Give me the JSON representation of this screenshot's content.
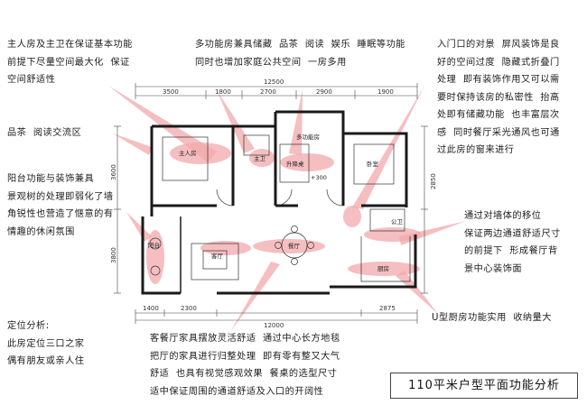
{
  "title": "110平米户型平面功能分析",
  "notes": {
    "master_bedroom": "主人房及主卫在保证基本功能\n前提下尽量空间最大化  保证\n空间舒适性",
    "multifunction": "多功能房兼具储藏  品茶  阅读  娱乐  睡眠等功能\n同时也增加家庭公共空间  一房多用",
    "entrance": "入门口的对景  屏风装饰是良\n好的空间过度  隐藏式折叠门\n处理  即有装饰作用又可以需\n要时保持该房的私密性  抬高\n处即有储藏功能  也丰富层次\n感  同时餐厅采光通风也可通\n过此房的窗来进行",
    "tea_area": "品茶  阅读交流区",
    "balcony": "阳台功能与装饰兼具\n景观树的处理即弱化了墙\n角锐性也营造了惬意的有\n情趣的休闲氛围",
    "wall_shift": "通过对墙体的移位\n保证两边通道舒适尺寸\n的前提下  形成餐厅背\n景中心装饰面",
    "kitchen": "U型厨房功能实用  收纳量大",
    "positioning": "定位分析:\n此房定位三口之家\n偶有朋友或亲人住",
    "living_dining": "客餐厅家具摆放灵活舒适  通过中心长方地毯\n把厅的家具进行归整处理  即有零有整又大气\n舒适  也具有视觉感观效果  餐桌的选型尺寸\n适中保证周围的通道舒适及入口的开阔性"
  },
  "rooms": {
    "master": "主人房",
    "master_bath": "主卫",
    "multi": "多功能房",
    "raised": "升降桌",
    "bedroom": "卧室",
    "bath": "公卫",
    "living": "客厅",
    "dining": "餐厅",
    "kitchen": "厨房",
    "balcony": "阳台",
    "level": "+300"
  },
  "dimensions": {
    "top_total": "12500",
    "top_segments": [
      "3500",
      "1800",
      "2700",
      "2900",
      "1900"
    ],
    "bottom_total": "12000",
    "bottom_segments": [
      "1400",
      "2300",
      "2875"
    ],
    "left_segments": [
      "3600",
      "3800"
    ],
    "right_segments": [
      "2850"
    ]
  },
  "colors": {
    "highlight": "#f1a8ab",
    "wall": "#1a1a1a"
  }
}
